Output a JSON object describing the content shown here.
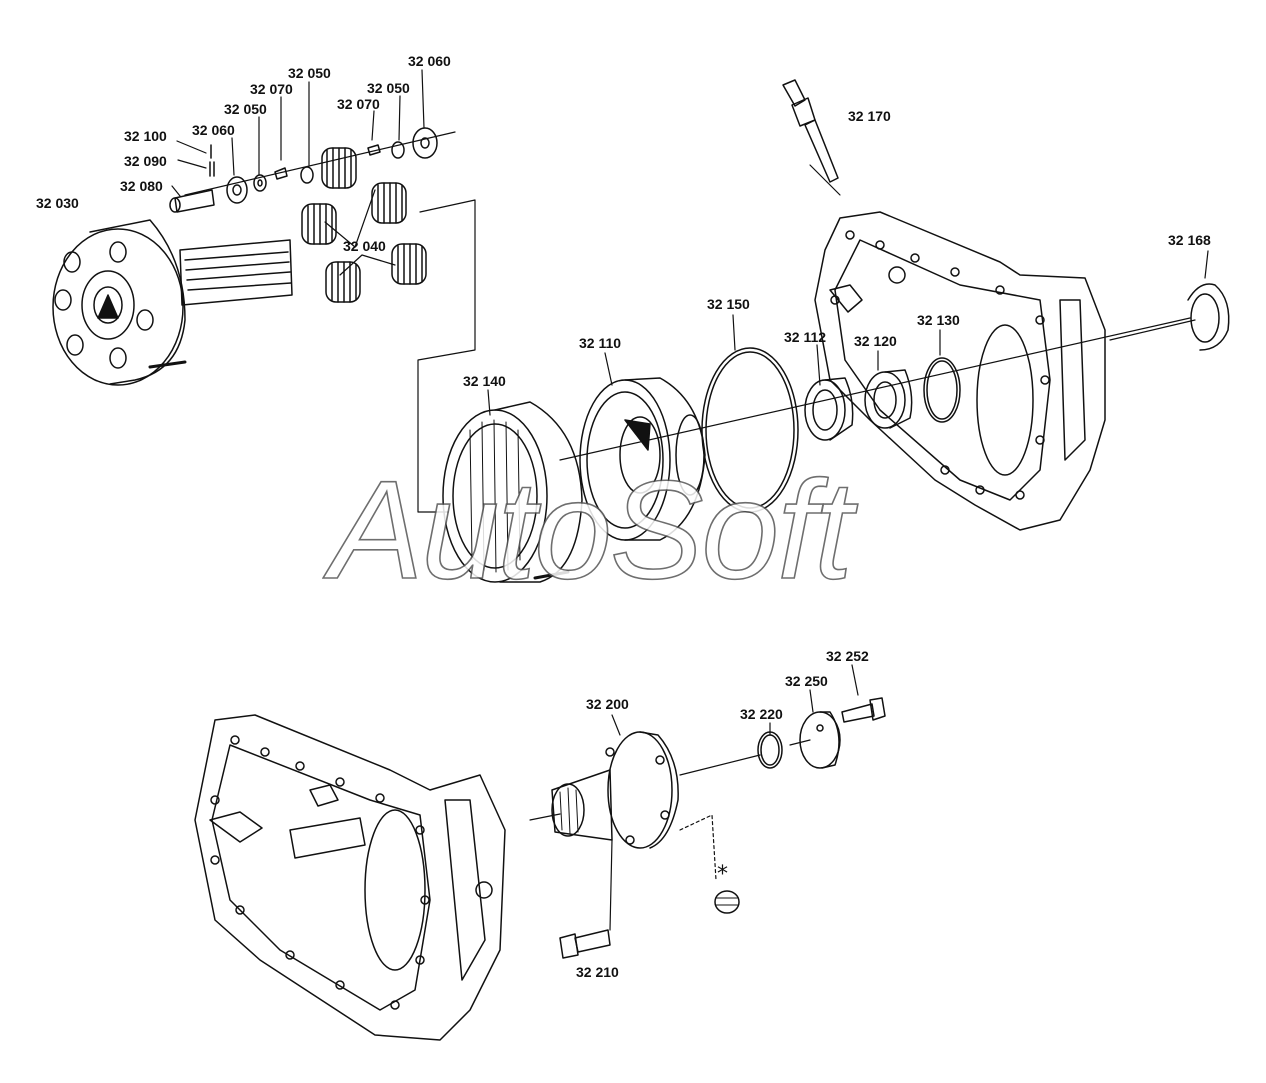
{
  "watermark": "AutoSoft",
  "star": "*",
  "labels": {
    "p32060a": "32 060",
    "p32050a": "32 050",
    "p32070a": "32 070",
    "p32050b": "32 050",
    "p32050c": "32 050",
    "p32070b": "32 070",
    "p32100": "32 100",
    "p32060b": "32 060",
    "p32090": "32 090",
    "p32080": "32 080",
    "p32030": "32 030",
    "p32040": "32 040",
    "p32170": "32 170",
    "p32168": "32 168",
    "p32150": "32 150",
    "p32110": "32 110",
    "p32112": "32 112",
    "p32120": "32 120",
    "p32130": "32 130",
    "p32140": "32 140",
    "p32252": "32 252",
    "p32250": "32 250",
    "p32200": "32 200",
    "p32220": "32 220",
    "p32210": "32 210"
  }
}
